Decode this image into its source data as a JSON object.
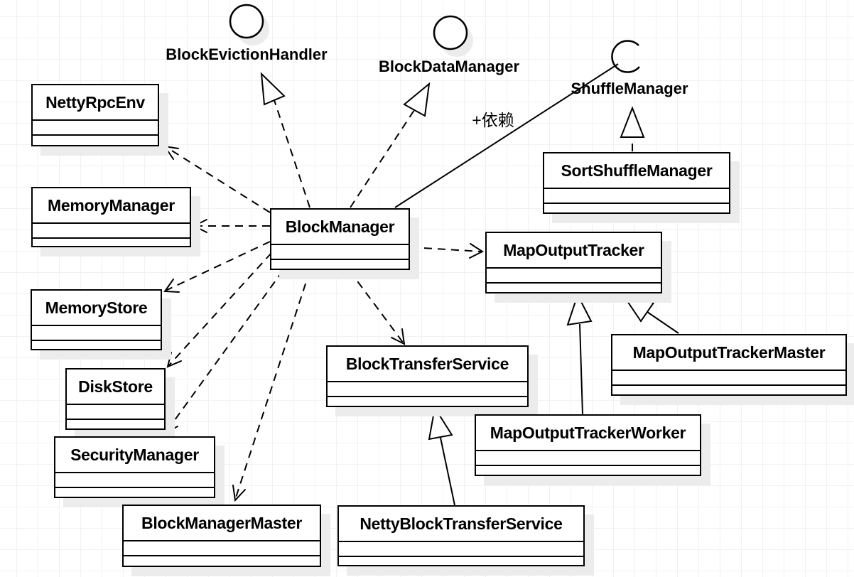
{
  "diagram_type": "uml-class-diagram",
  "classes": [
    {
      "name": "NettyRpcEnv"
    },
    {
      "name": "MemoryManager"
    },
    {
      "name": "MemoryStore"
    },
    {
      "name": "DiskStore"
    },
    {
      "name": "SecurityManager"
    },
    {
      "name": "BlockManagerMaster"
    },
    {
      "name": "BlockManager"
    },
    {
      "name": "BlockTransferService"
    },
    {
      "name": "NettyBlockTransferService"
    },
    {
      "name": "MapOutputTracker"
    },
    {
      "name": "SortShuffleManager"
    },
    {
      "name": "MapOutputTrackerMaster"
    },
    {
      "name": "MapOutputTrackerWorker"
    }
  ],
  "interfaces": [
    {
      "name": "BlockEvictionHandler",
      "notation": "provided-interface-circle"
    },
    {
      "name": "BlockDataManager",
      "notation": "provided-interface-circle"
    },
    {
      "name": "ShuffleManager",
      "notation": "required-interface-socket"
    }
  ],
  "association_label": "+依赖",
  "relationships": [
    {
      "from": "BlockManager",
      "to": "NettyRpcEnv",
      "type": "dependency"
    },
    {
      "from": "BlockManager",
      "to": "MemoryManager",
      "type": "dependency"
    },
    {
      "from": "BlockManager",
      "to": "MemoryStore",
      "type": "dependency"
    },
    {
      "from": "BlockManager",
      "to": "DiskStore",
      "type": "dependency"
    },
    {
      "from": "BlockManager",
      "to": "SecurityManager",
      "type": "dependency"
    },
    {
      "from": "BlockManager",
      "to": "BlockManagerMaster",
      "type": "dependency"
    },
    {
      "from": "BlockManager",
      "to": "BlockTransferService",
      "type": "dependency"
    },
    {
      "from": "BlockManager",
      "to": "MapOutputTracker",
      "type": "dependency"
    },
    {
      "from": "BlockManager",
      "to": "BlockEvictionHandler",
      "type": "realization"
    },
    {
      "from": "BlockManager",
      "to": "BlockDataManager",
      "type": "realization"
    },
    {
      "from": "BlockManager",
      "to": "ShuffleManager",
      "type": "association",
      "label": "+依赖"
    },
    {
      "from": "SortShuffleManager",
      "to": "ShuffleManager",
      "type": "realization"
    },
    {
      "from": "NettyBlockTransferService",
      "to": "BlockTransferService",
      "type": "generalization"
    },
    {
      "from": "MapOutputTrackerWorker",
      "to": "MapOutputTracker",
      "type": "generalization"
    },
    {
      "from": "MapOutputTrackerMaster",
      "to": "MapOutputTracker",
      "type": "generalization"
    }
  ],
  "colors": {
    "stroke": "#000000",
    "shape_fill": "#ffffff",
    "grid_line": "#f1f1f1",
    "shadow": "#ececec",
    "text": "#000000"
  }
}
